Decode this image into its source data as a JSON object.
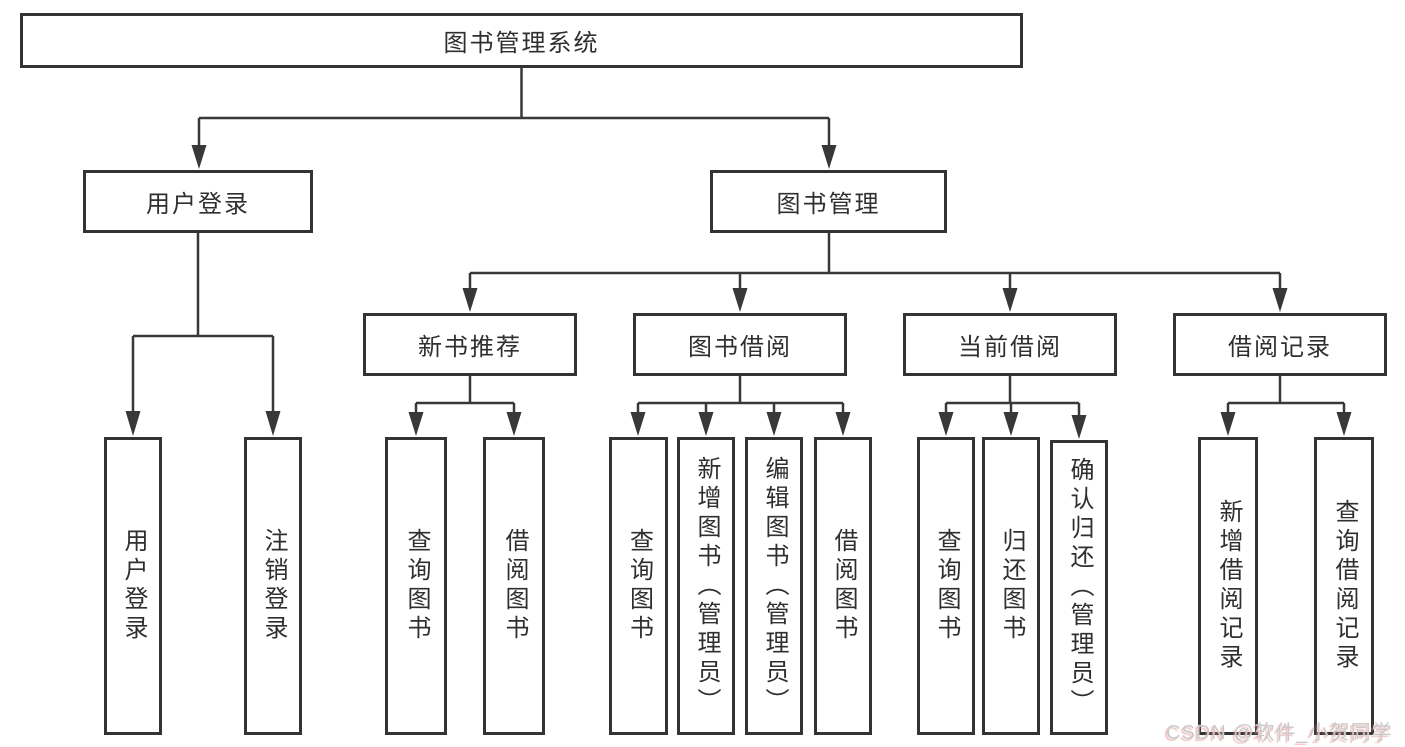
{
  "diagram_title": "图书管理系统",
  "nodes": {
    "root": "图书管理系统",
    "user_login": "用户登录",
    "book_mgmt": "图书管理",
    "new_book_rec": "新书推荐",
    "book_borrow": "图书借阅",
    "current_borrow": "当前借阅",
    "borrow_record": "借阅记录",
    "leaf_user_login": "用户登录",
    "leaf_logout": "注销登录",
    "leaf_nbr_query": "查询图书",
    "leaf_nbr_borrow": "借阅图书",
    "leaf_bb_query": "查询图书",
    "leaf_bb_add": "新增图书（管理员）",
    "leaf_bb_edit": "编辑图书（管理员）",
    "leaf_bb_borrow": "借阅图书",
    "leaf_cb_query": "查询图书",
    "leaf_cb_return": "归还图书",
    "leaf_cb_confirm": "确认归还（管理员）",
    "leaf_br_add": "新增借阅记录",
    "leaf_br_query": "查询借阅记录"
  },
  "hierarchy": {
    "图书管理系统": {
      "用户登录": [
        "用户登录",
        "注销登录"
      ],
      "图书管理": {
        "新书推荐": [
          "查询图书",
          "借阅图书"
        ],
        "图书借阅": [
          "查询图书",
          "新增图书（管理员）",
          "编辑图书（管理员）",
          "借阅图书"
        ],
        "当前借阅": [
          "查询图书",
          "归还图书",
          "确认归还（管理员）"
        ],
        "借阅记录": [
          "新增借阅记录",
          "查询借阅记录"
        ]
      }
    }
  },
  "watermark": "CSDN @软件_小贺同学",
  "colors": {
    "line": "#383838",
    "box_border": "#333333",
    "text": "#2f2f2f",
    "background": "#ffffff",
    "watermark_text": "#c9c9c9"
  }
}
